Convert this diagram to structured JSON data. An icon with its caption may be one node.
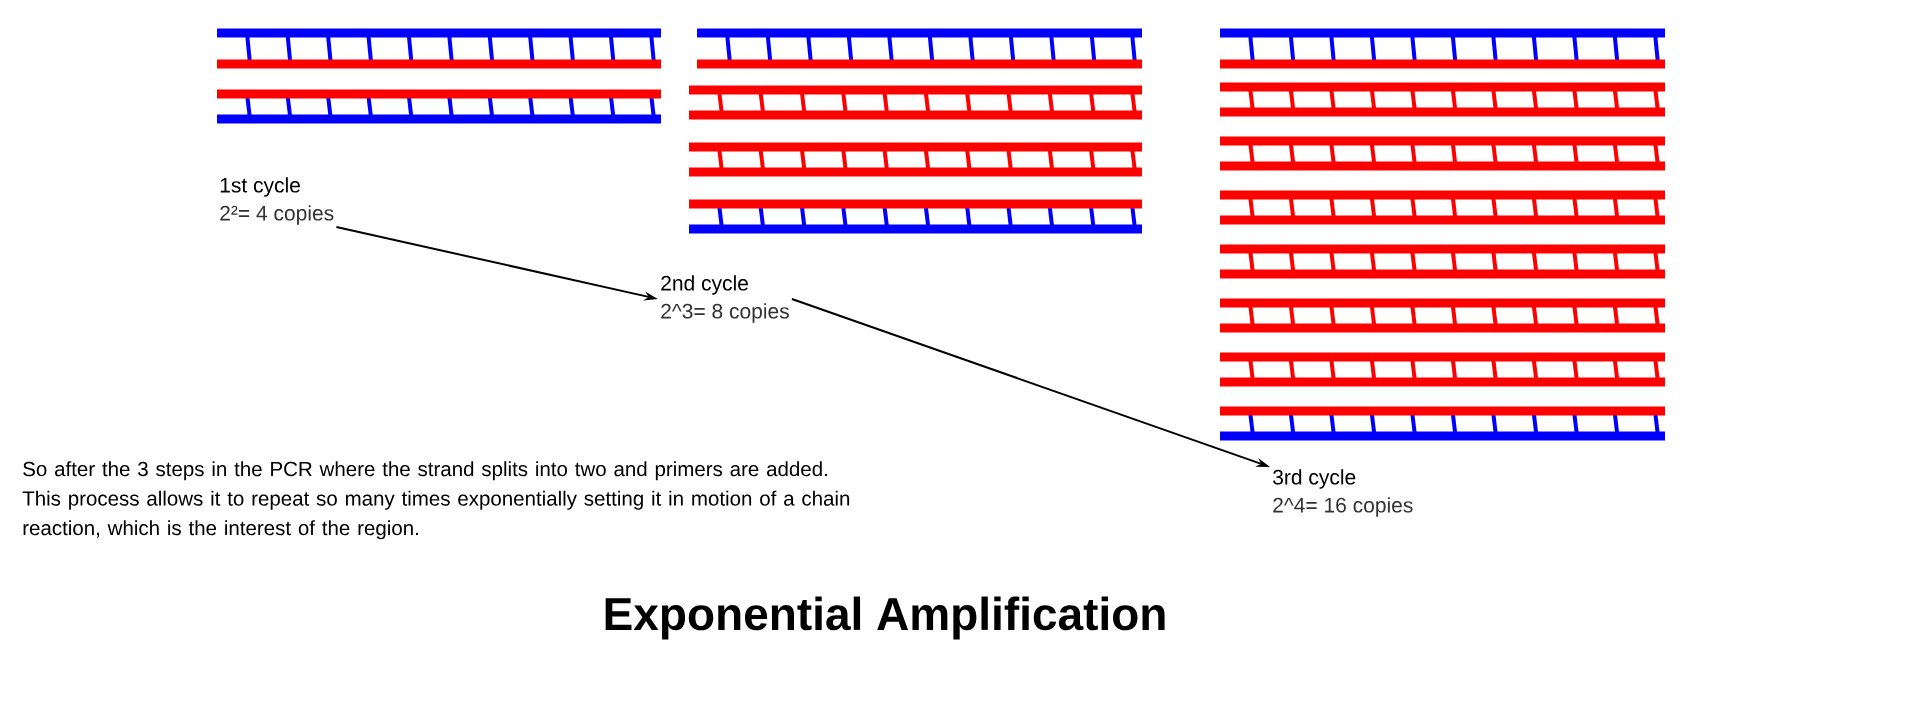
{
  "diagram": {
    "title": "Exponential Amplification",
    "nodes": [
      {
        "text": [
          "1st cycle",
          "2²= 4 copies"
        ]
      },
      {
        "text": [
          "2nd cycle",
          "2^3= 8 copies"
        ]
      },
      {
        "text": [
          "3rd cycle",
          "2^4= 16 copies"
        ]
      }
    ],
    "edges": [
      {
        "from": 0,
        "to": 1,
        "arrow": "to"
      },
      {
        "from": 1,
        "to": 2,
        "arrow": "to"
      }
    ],
    "labels": [
      "So after the 3 steps in the PCR where the strand splits into two and primers are added. This process allows it to repeat so many times exponentially setting it in motion of a chain reaction, which is the interest of the region."
    ]
  }
}
